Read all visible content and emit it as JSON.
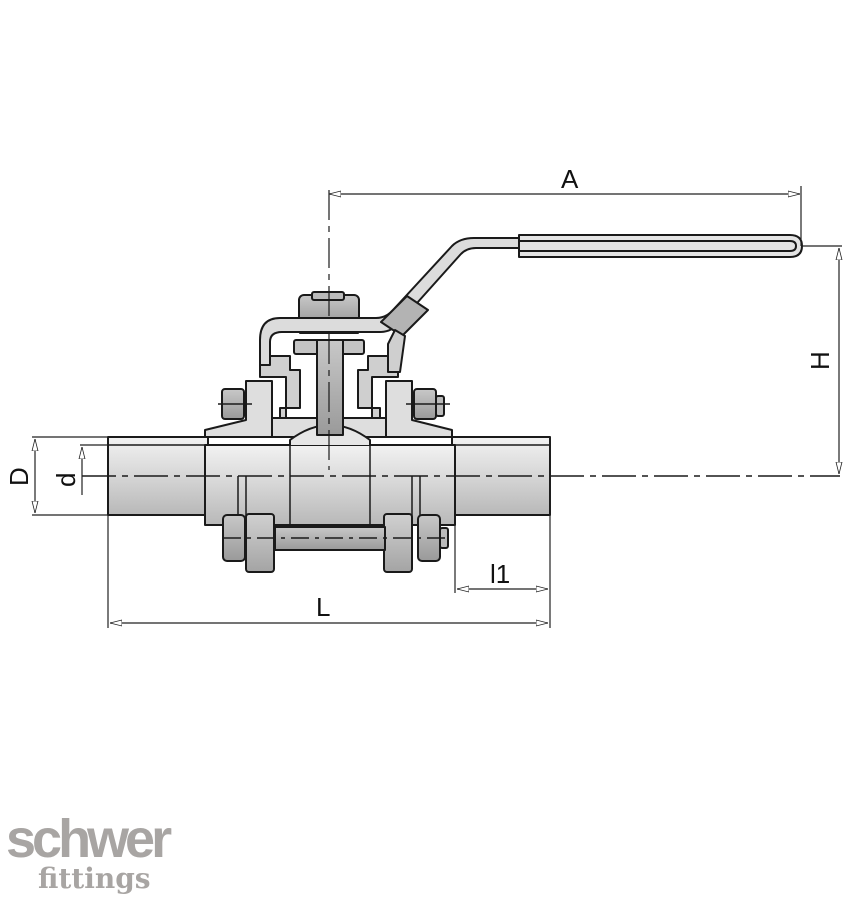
{
  "drawing": {
    "title": "3-piece ball valve with butt-weld ends, side view dimension drawing",
    "dimensions": {
      "A": "A",
      "H": "H",
      "D": "D",
      "d": "d",
      "L": "L",
      "l1": "l1"
    },
    "colors": {
      "outline": "#1a1a1a",
      "fill_light": "#e2e2e2",
      "fill_mid": "#c8c8c8",
      "fill_dark": "#a9a9a9"
    }
  },
  "logo": {
    "main": "schwer",
    "sub": "fittings",
    "color": "#a8a5a3"
  }
}
